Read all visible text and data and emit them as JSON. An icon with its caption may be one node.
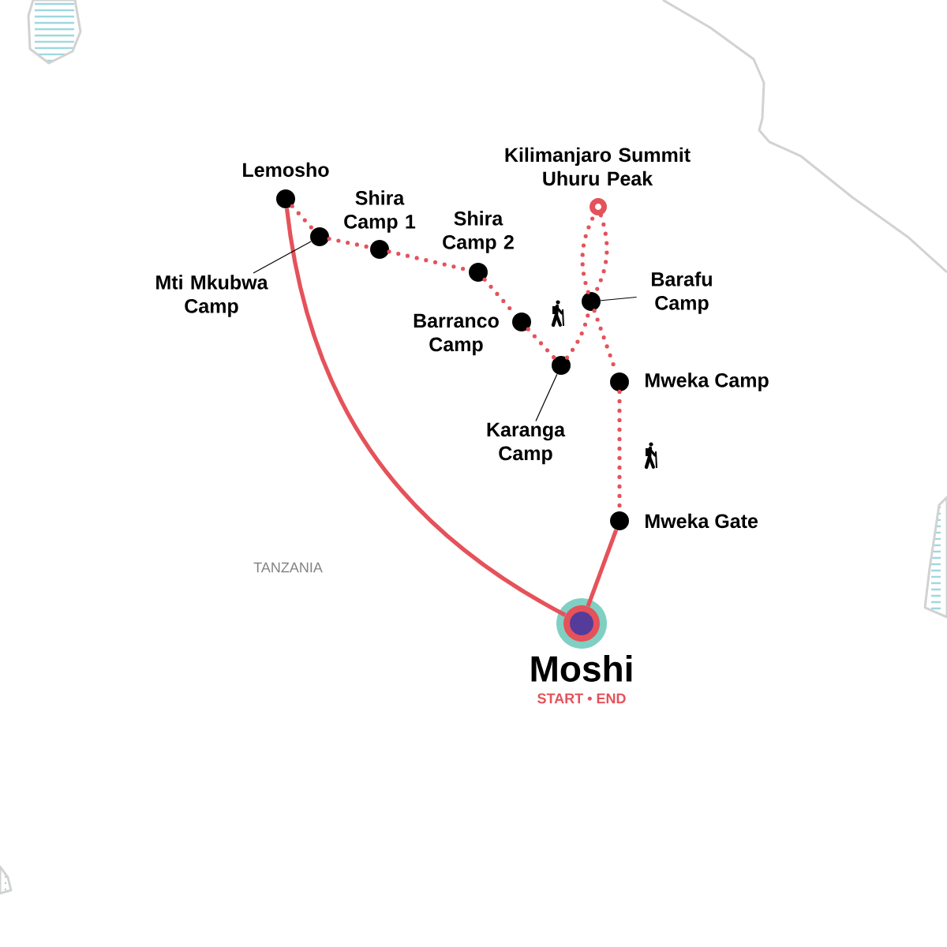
{
  "diagram": {
    "nodes": [
      {
        "text": [
          "Lemosho"
        ]
      },
      {
        "text": [],
        "shape": "circle"
      },
      {
        "text": [
          "Mti Mkubwa Camp"
        ]
      },
      {
        "text": [
          "Shira Camp 1"
        ]
      },
      {
        "text": [
          "Shira Camp 2"
        ]
      },
      {
        "text": [
          "Barranco Camp"
        ]
      },
      {
        "text": [],
        "shape": "circle"
      },
      {
        "text": [
          "Karanga Camp"
        ]
      },
      {
        "text": [],
        "shape": "circle"
      },
      {
        "text": [
          "Barafu Camp"
        ]
      },
      {
        "text": [
          "Kilimanjaro Summit Uhuru Peak"
        ]
      },
      {
        "text": [
          "Mweka Camp"
        ]
      },
      {
        "text": [
          "Mweka Gate"
        ]
      },
      {
        "text": [
          "Moshi",
          "START • END"
        ]
      }
    ],
    "edges": [
      {
        "from": 13,
        "to": 0,
        "arrow": "none"
      },
      {
        "from": 0,
        "to": 1,
        "arrow": "none",
        "style": "dashed"
      },
      {
        "from": 1,
        "to": 3,
        "arrow": "none",
        "style": "dashed"
      },
      {
        "from": 3,
        "to": 4,
        "arrow": "none",
        "style": "dashed"
      },
      {
        "from": 4,
        "to": 5,
        "arrow": "none",
        "style": "dashed"
      },
      {
        "from": 5,
        "to": 6,
        "arrow": "none",
        "style": "dashed"
      },
      {
        "from": 6,
        "to": 8,
        "arrow": "none",
        "style": "dashed"
      },
      {
        "from": 8,
        "to": 10,
        "arrow": "none",
        "style": "dashed"
      },
      {
        "from": 10,
        "to": 8,
        "arrow": "none",
        "style": "dashed"
      },
      {
        "from": 8,
        "to": 11,
        "arrow": "none",
        "style": "dashed"
      },
      {
        "from": 11,
        "to": 12,
        "arrow": "none",
        "style": "dashed"
      },
      {
        "from": 12,
        "to": 13,
        "arrow": "none"
      },
      {
        "from": 2,
        "to": 1,
        "arrow": "none",
        "color": "#000000"
      },
      {
        "from": 7,
        "to": 6,
        "arrow": "none",
        "color": "#000000"
      },
      {
        "from": 9,
        "to": 8,
        "arrow": "none",
        "color": "#000000"
      }
    ],
    "labels": [
      "TANZANIA"
    ]
  }
}
